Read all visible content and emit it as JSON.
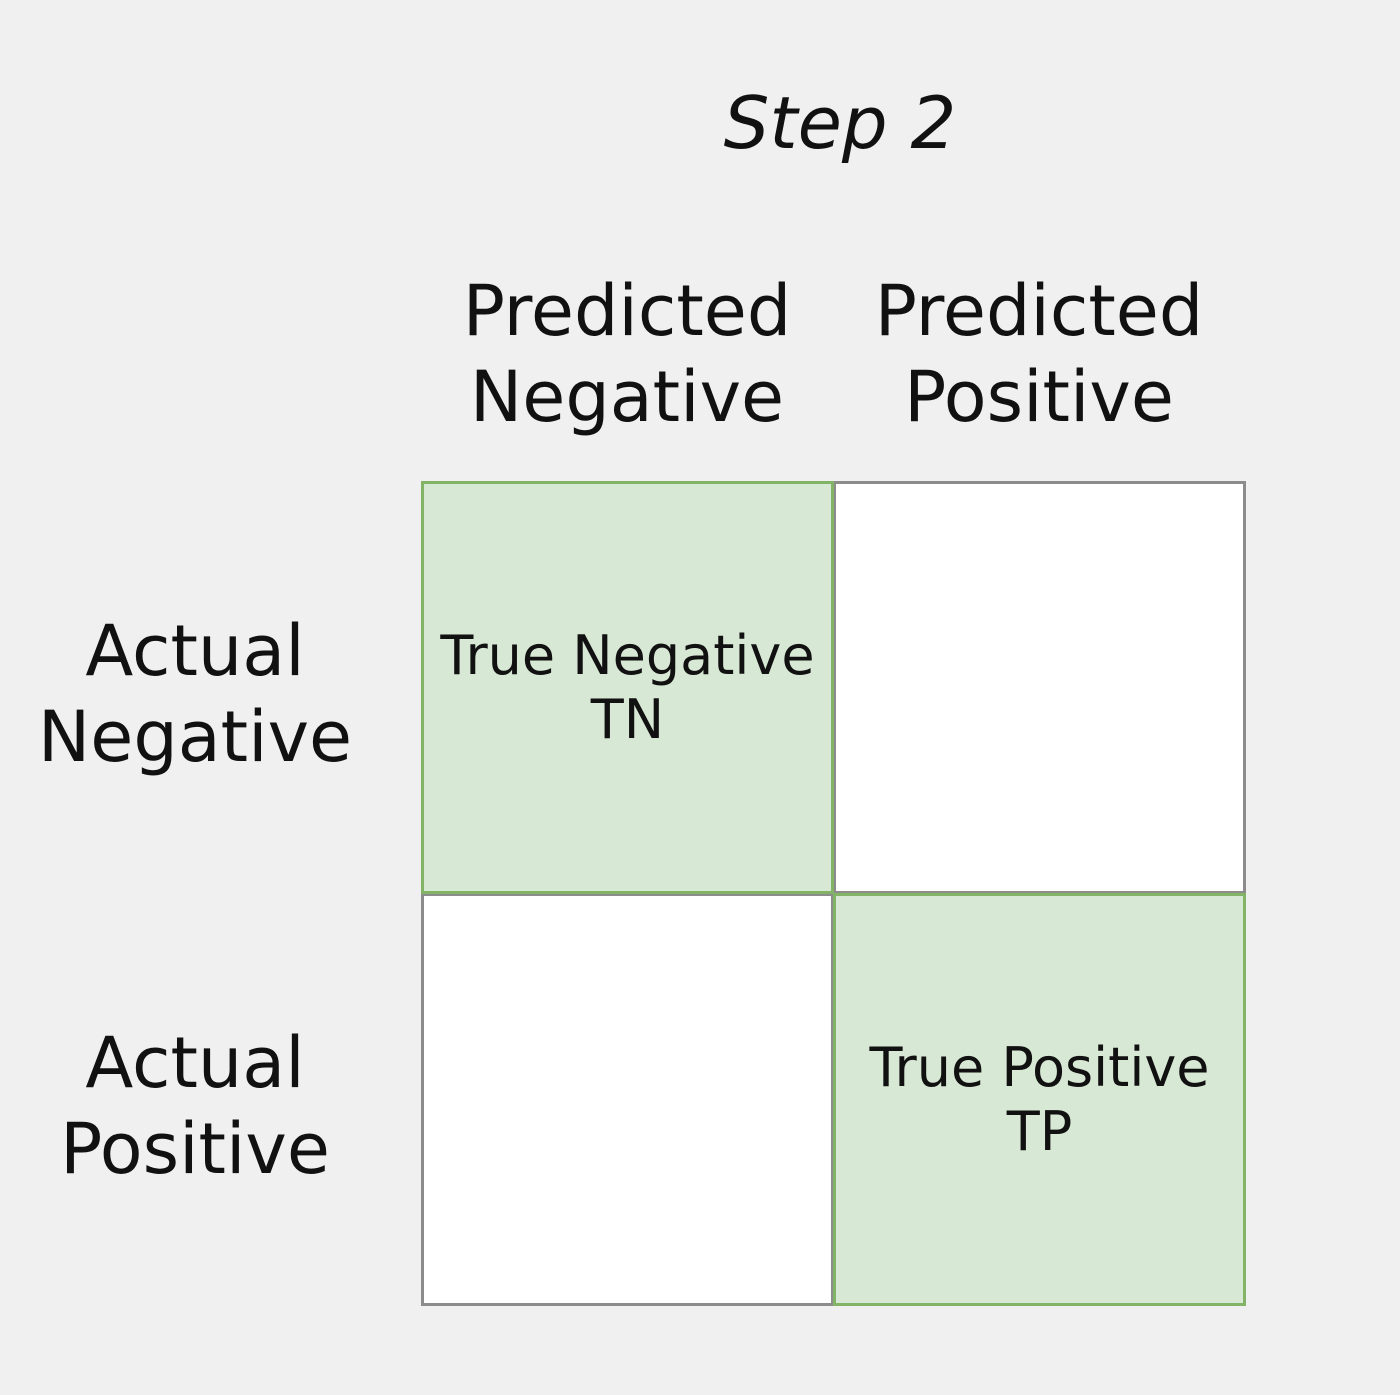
{
  "title": "Step 2",
  "column_headers": [
    {
      "line1": "Predicted",
      "line2": "Negative"
    },
    {
      "line1": "Predicted",
      "line2": "Positive"
    }
  ],
  "row_headers": [
    {
      "line1": "Actual",
      "line2": "Negative"
    },
    {
      "line1": "Actual",
      "line2": "Positive"
    }
  ],
  "cells": {
    "tn": {
      "label": "True Negative",
      "abbr": "TN"
    },
    "fp": {
      "label": "",
      "abbr": ""
    },
    "fn": {
      "label": "",
      "abbr": ""
    },
    "tp": {
      "label": "True Positive",
      "abbr": "TP"
    }
  },
  "colors": {
    "background": "#f0f0f0",
    "highlight_fill": "#d7e8d4",
    "highlight_border": "#82b366",
    "plain_fill": "#ffffff",
    "plain_border": "#8c8c8c"
  }
}
